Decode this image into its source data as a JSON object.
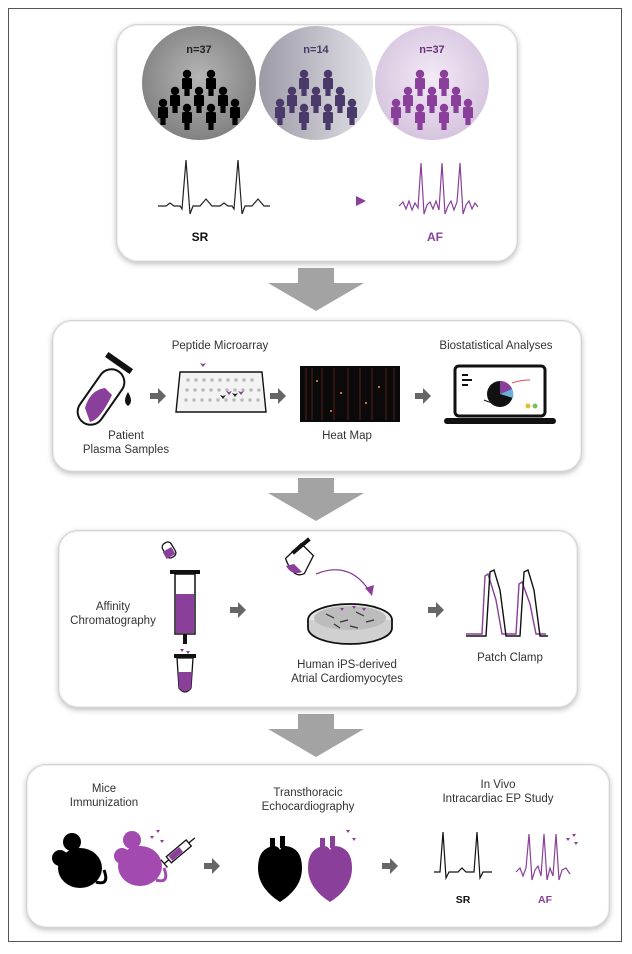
{
  "panel1": {
    "groups": [
      {
        "count": "n=37",
        "color": "#000000",
        "circle": "#9a9a9a",
        "text_color": "#222222"
      },
      {
        "count": "n=14",
        "color": "#4a3a6a",
        "circle": "#cfcdd6",
        "text_color": "#4a3a6a"
      },
      {
        "count": "n=37",
        "color": "#8a3f9a",
        "circle": "#e2d4ea",
        "text_color": "#6a2f7a"
      }
    ],
    "sr_label": "SR",
    "af_label": "AF"
  },
  "panel2": {
    "peptide_label": "Peptide Microarray",
    "biostat_label": "Biostatistical Analyses",
    "patient_label_1": "Patient",
    "patient_label_2": "Plasma Samples",
    "heatmap_label": "Heat Map"
  },
  "panel3": {
    "affinity_label_1": "Affinity",
    "affinity_label_2": "Chromatography",
    "ips_label_1": "Human iPS-derived",
    "ips_label_2": "Atrial Cardiomyocytes",
    "patch_label": "Patch Clamp"
  },
  "panel4": {
    "mice_label_1": "Mice",
    "mice_label_2": "Immunization",
    "echo_label_1": "Transthoracic",
    "echo_label_2": "Echocardiography",
    "ep_label_1": "In Vivo",
    "ep_label_2": "Intracardiac EP Study",
    "sr_label": "SR",
    "af_label": "AF"
  },
  "colors": {
    "accent": "#8a3f9a",
    "arrow": "#9a9a9a",
    "dark": "#111111"
  }
}
